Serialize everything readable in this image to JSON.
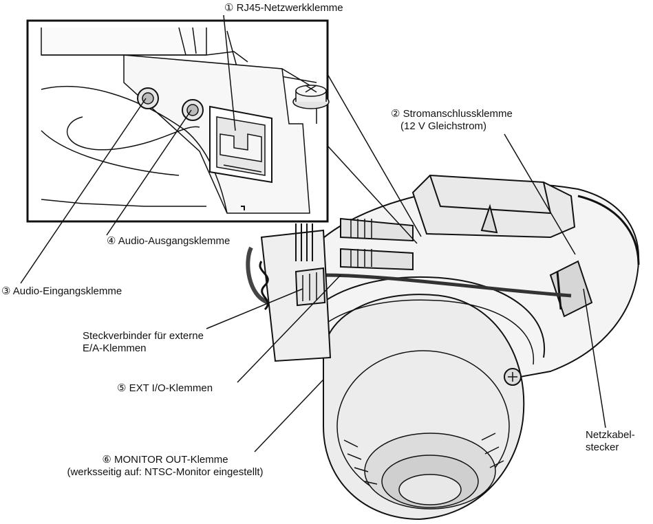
{
  "labels": {
    "rj45": "① RJ45-Netzwerkklemme",
    "power_line1": "② Stromanschlussklemme",
    "power_line2": "(12 V Gleichstrom)",
    "audio_in": "③ Audio-Eingangsklemme",
    "audio_out": "④ Audio-Ausgangsklemme",
    "ext_io": "⑤ EXT I/O-Klemmen",
    "monitor_line1": "⑥ MONITOR OUT-Klemme",
    "monitor_line2": "(werksseitig auf: NTSC-Monitor eingestellt)",
    "connector_line1": "Steckverbinder für externe",
    "connector_line2": "E/A-Klemmen",
    "power_cable_line1": "Netzkabel-",
    "power_cable_line2": "stecker"
  },
  "colors": {
    "ink": "#111111",
    "body_light": "#f2f2f2",
    "body_mid": "#d9d9d9",
    "body_dark": "#3a3a3a"
  }
}
